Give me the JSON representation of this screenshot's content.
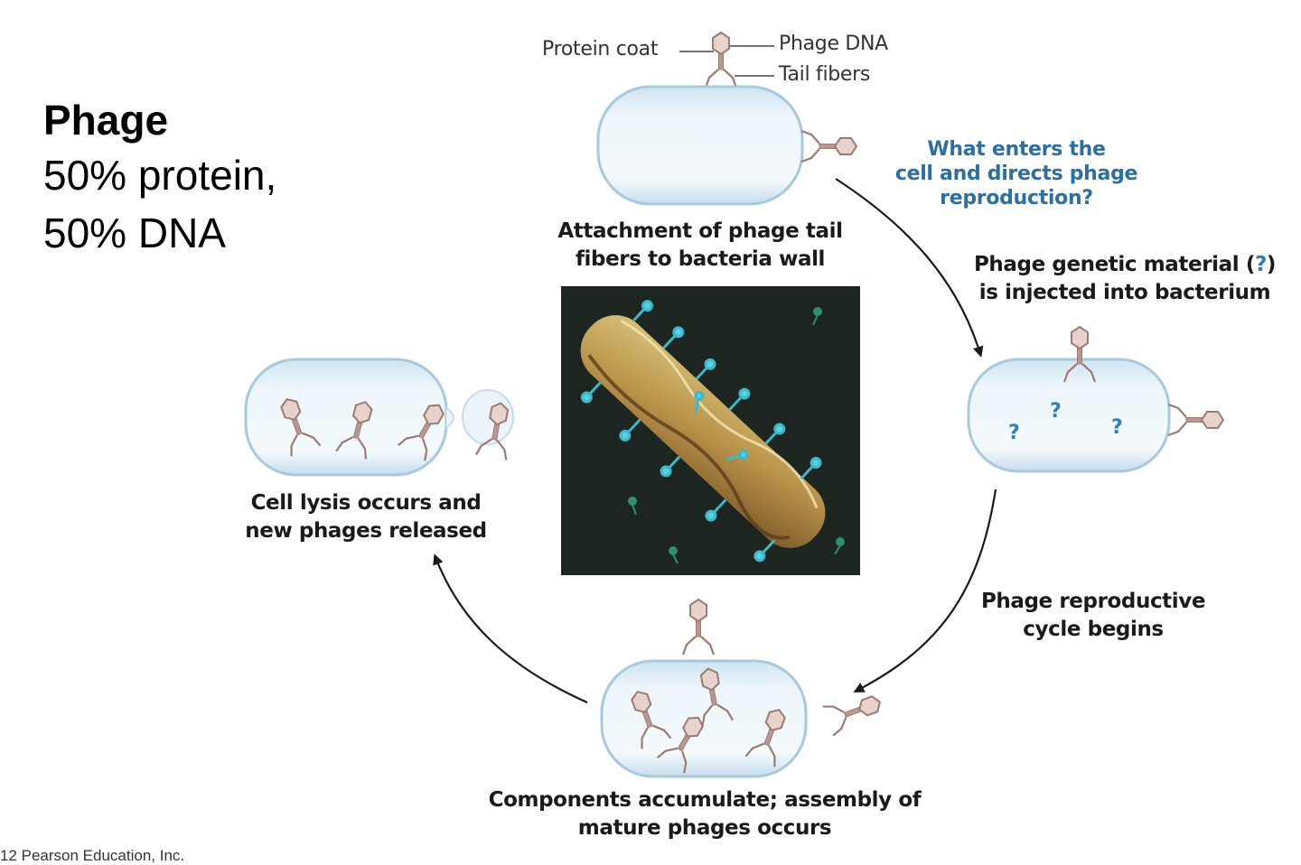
{
  "title": {
    "line1": "Phage",
    "line2": "50% protein,",
    "line3": "50% DNA"
  },
  "phage_labels": {
    "protein_coat": "Protein coat",
    "phage_dna": "Phage DNA",
    "tail_fibers": "Tail fibers"
  },
  "question": {
    "line1": "What enters the",
    "line2": "cell and directs phage",
    "line3": "reproduction?"
  },
  "steps": {
    "attachment": {
      "line1": "Attachment of phage tail",
      "line2": "fibers to bacteria wall"
    },
    "injection": {
      "line1_prefix": "Phage genetic material (",
      "qmark": "?",
      "line1_suffix": ")",
      "line2": "is injected into bacterium"
    },
    "reproduction": {
      "line1": "Phage reproductive",
      "line2": "cycle begins"
    },
    "assembly": {
      "line1": "Components accumulate; assembly of",
      "line2": "mature phages occurs"
    },
    "lysis": {
      "line1": "Cell lysis occurs and",
      "line2": "new phages released"
    }
  },
  "qmarks": [
    "?",
    "?",
    "?"
  ],
  "copyright": "12 Pearson Education, Inc.",
  "colors": {
    "cell_fill": "#e3f0f8",
    "cell_stroke": "#a9c9dd",
    "phage": "#a27d75",
    "question": "#2e6f9e",
    "photo_bg": "#1d2521"
  },
  "icons": [
    "bacteriophage-icon",
    "bacterium-cell-icon",
    "cycle-arrow-icon",
    "micrograph-image"
  ]
}
